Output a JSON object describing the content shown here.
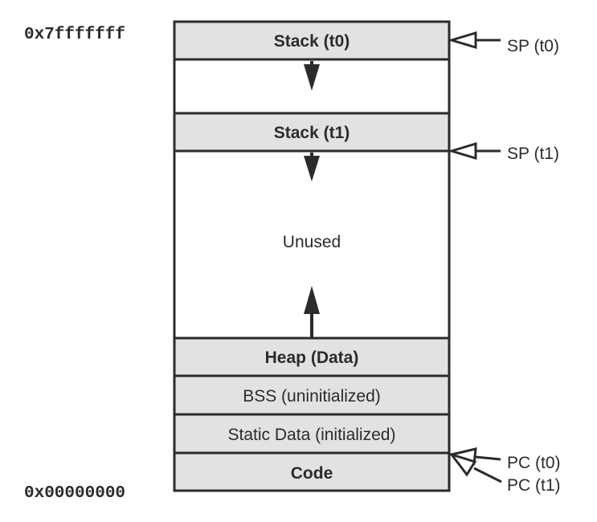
{
  "addresses": {
    "top": "0x7fffffff",
    "bottom": "0x00000000"
  },
  "segments": {
    "stack_t0": "Stack (t0)",
    "stack_t1": "Stack (t1)",
    "unused": "Unused",
    "heap": "Heap (Data)",
    "bss": "BSS (uninitialized)",
    "static": "Static Data (initialized)",
    "code": "Code"
  },
  "pointers": {
    "sp_t0": "SP (t0)",
    "sp_t1": "SP (t1)",
    "pc_t0": "PC (t0)",
    "pc_t1": "PC (t1)"
  },
  "colors": {
    "fill_gray": "#e2e2e2",
    "stroke": "#2b2b2b"
  }
}
